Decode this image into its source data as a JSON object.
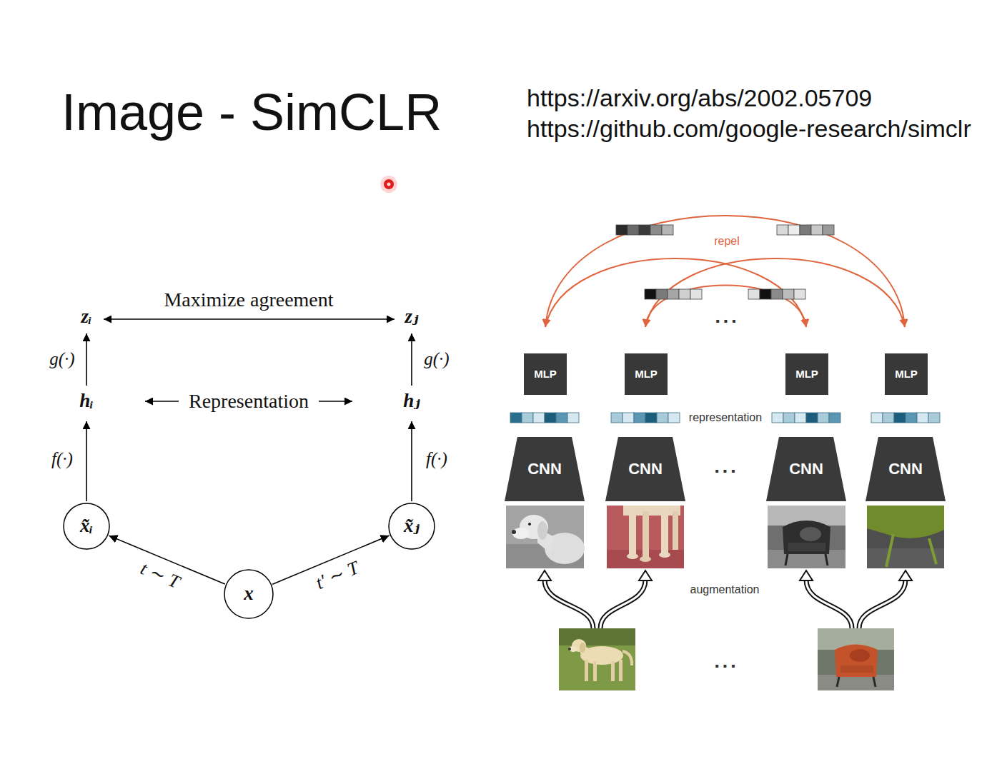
{
  "diagram": {
    "title": "Image - SimCLR",
    "nodes": [
      {
        "text": [
          "x̃ᵢ"
        ]
      },
      {
        "text": [
          "x̃ⱼ"
        ]
      },
      {
        "text": [
          "x"
        ]
      },
      {
        "text": [
          "MLP"
        ]
      },
      {
        "text": [
          "MLP"
        ]
      },
      {
        "text": [
          "MLP"
        ]
      },
      {
        "text": [
          "MLP"
        ]
      },
      {
        "text": [
          "CNN"
        ]
      },
      {
        "text": [
          "CNN"
        ]
      },
      {
        "text": [
          "CNN"
        ]
      },
      {
        "text": [
          "CNN"
        ]
      }
    ],
    "edges": [
      {
        "from": 2,
        "to": 0,
        "arrow": "to",
        "label": "t ∼ T"
      },
      {
        "from": 2,
        "to": 1,
        "arrow": "to",
        "label": "t′ ∼ T"
      }
    ],
    "labels": [
      "https://arxiv.org/abs/2002.05709",
      "https://github.com/google-research/simclr",
      "Maximize agreement",
      "zᵢ",
      "zⱼ",
      "g(·)",
      "g(·)",
      "hᵢ",
      "Representation",
      "hⱼ",
      "f(·)",
      "f(·)",
      "repel",
      "...",
      "representation",
      "...",
      "augmentation",
      "..."
    ]
  }
}
